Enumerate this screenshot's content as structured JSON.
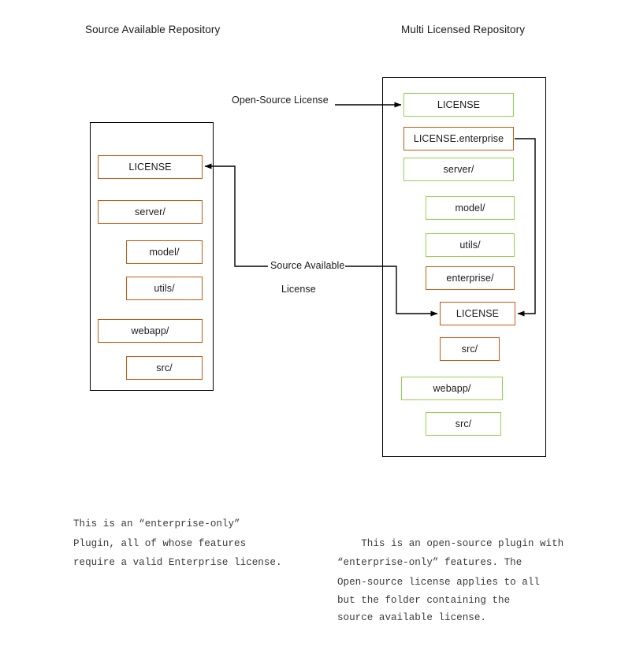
{
  "diagram": {
    "colors": {
      "orange": "#C55A11",
      "green": "#92D050",
      "outline": "#000000",
      "background": "#ffffff",
      "text": "#1a1a1a",
      "caption_text": "#3a3a3a"
    },
    "titles": {
      "left": "Source Available Repository",
      "right": "Multi Licensed Repository"
    },
    "left_repo": {
      "items": [
        {
          "label": "LICENSE",
          "color": "orange",
          "indent": 0
        },
        {
          "label": "server/",
          "color": "orange",
          "indent": 0
        },
        {
          "label": "model/",
          "color": "orange",
          "indent": 1
        },
        {
          "label": "utils/",
          "color": "orange",
          "indent": 1
        },
        {
          "label": "webapp/",
          "color": "orange",
          "indent": 0
        },
        {
          "label": "src/",
          "color": "orange",
          "indent": 1
        }
      ]
    },
    "right_repo": {
      "items": [
        {
          "label": "LICENSE",
          "color": "green",
          "indent": 0
        },
        {
          "label": "LICENSE.enterprise",
          "color": "orange",
          "indent": 0
        },
        {
          "label": "server/",
          "color": "green",
          "indent": 0
        },
        {
          "label": "model/",
          "color": "green",
          "indent": 1
        },
        {
          "label": "utils/",
          "color": "green",
          "indent": 1
        },
        {
          "label": "enterprise/",
          "color": "orange",
          "indent": 1
        },
        {
          "label": "LICENSE",
          "color": "orange",
          "indent": 1
        },
        {
          "label": "src/",
          "color": "orange",
          "indent": 1
        },
        {
          "label": "webapp/",
          "color": "green",
          "indent": 0
        },
        {
          "label": "src/",
          "color": "green",
          "indent": 1
        }
      ]
    },
    "annotations": {
      "open_source_license": "Open-Source License",
      "source_available_line1": "Source Available",
      "source_available_line2": "License"
    },
    "captions": {
      "left": "This is an “enterprise-only”\nPlugin, all of whose features\nrequire a valid Enterprise license.",
      "right_part1": "This is an open-source plugin with\n“enterprise-only” features. The\nOpen-source license applies to all",
      "right_part2": "but the folder containing the\nsource available license."
    }
  }
}
